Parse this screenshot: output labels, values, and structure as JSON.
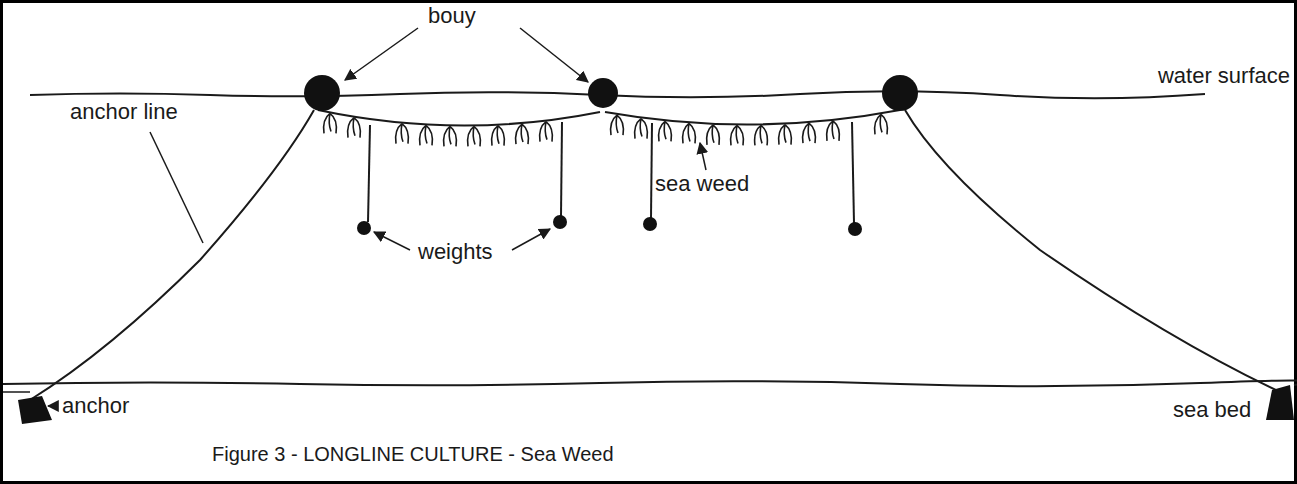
{
  "diagram": {
    "caption": "Figure 3 - LONGLINE CULTURE - Sea Weed",
    "labels": [
      "bouy",
      "water surface",
      "anchor line",
      "sea weed",
      "weights",
      "anchor",
      "sea bed"
    ]
  }
}
